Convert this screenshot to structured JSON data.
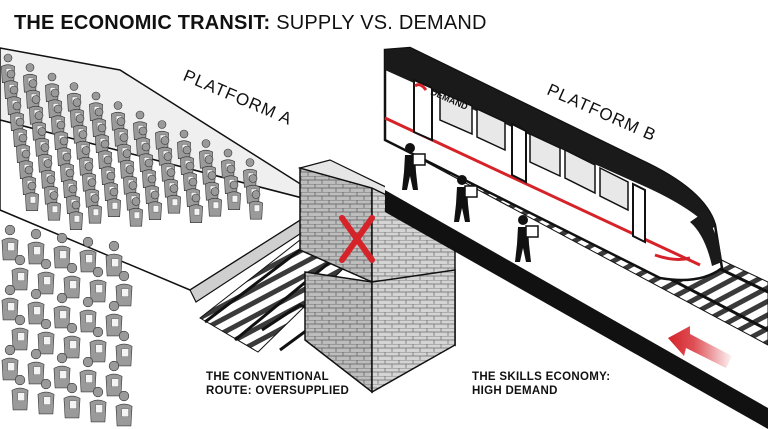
{
  "title": {
    "bold": "THE ECONOMIC TRANSIT:",
    "light": "SUPPLY VS. DEMAND"
  },
  "platform_a": {
    "label": "PLATFORM A"
  },
  "platform_b": {
    "label": "PLATFORM B"
  },
  "train": {
    "brand": "DEMAND"
  },
  "captions": {
    "conventional": [
      "THE CONVENTIONAL",
      "ROUTE: OVERSUPPLIED"
    ],
    "skills": [
      "THE SKILLS ECONOMY:",
      "HIGH DEMAND"
    ]
  },
  "colors": {
    "accent_red": "#d6232a",
    "crowd_gray": "#9a9a9a",
    "ink": "#111111"
  }
}
